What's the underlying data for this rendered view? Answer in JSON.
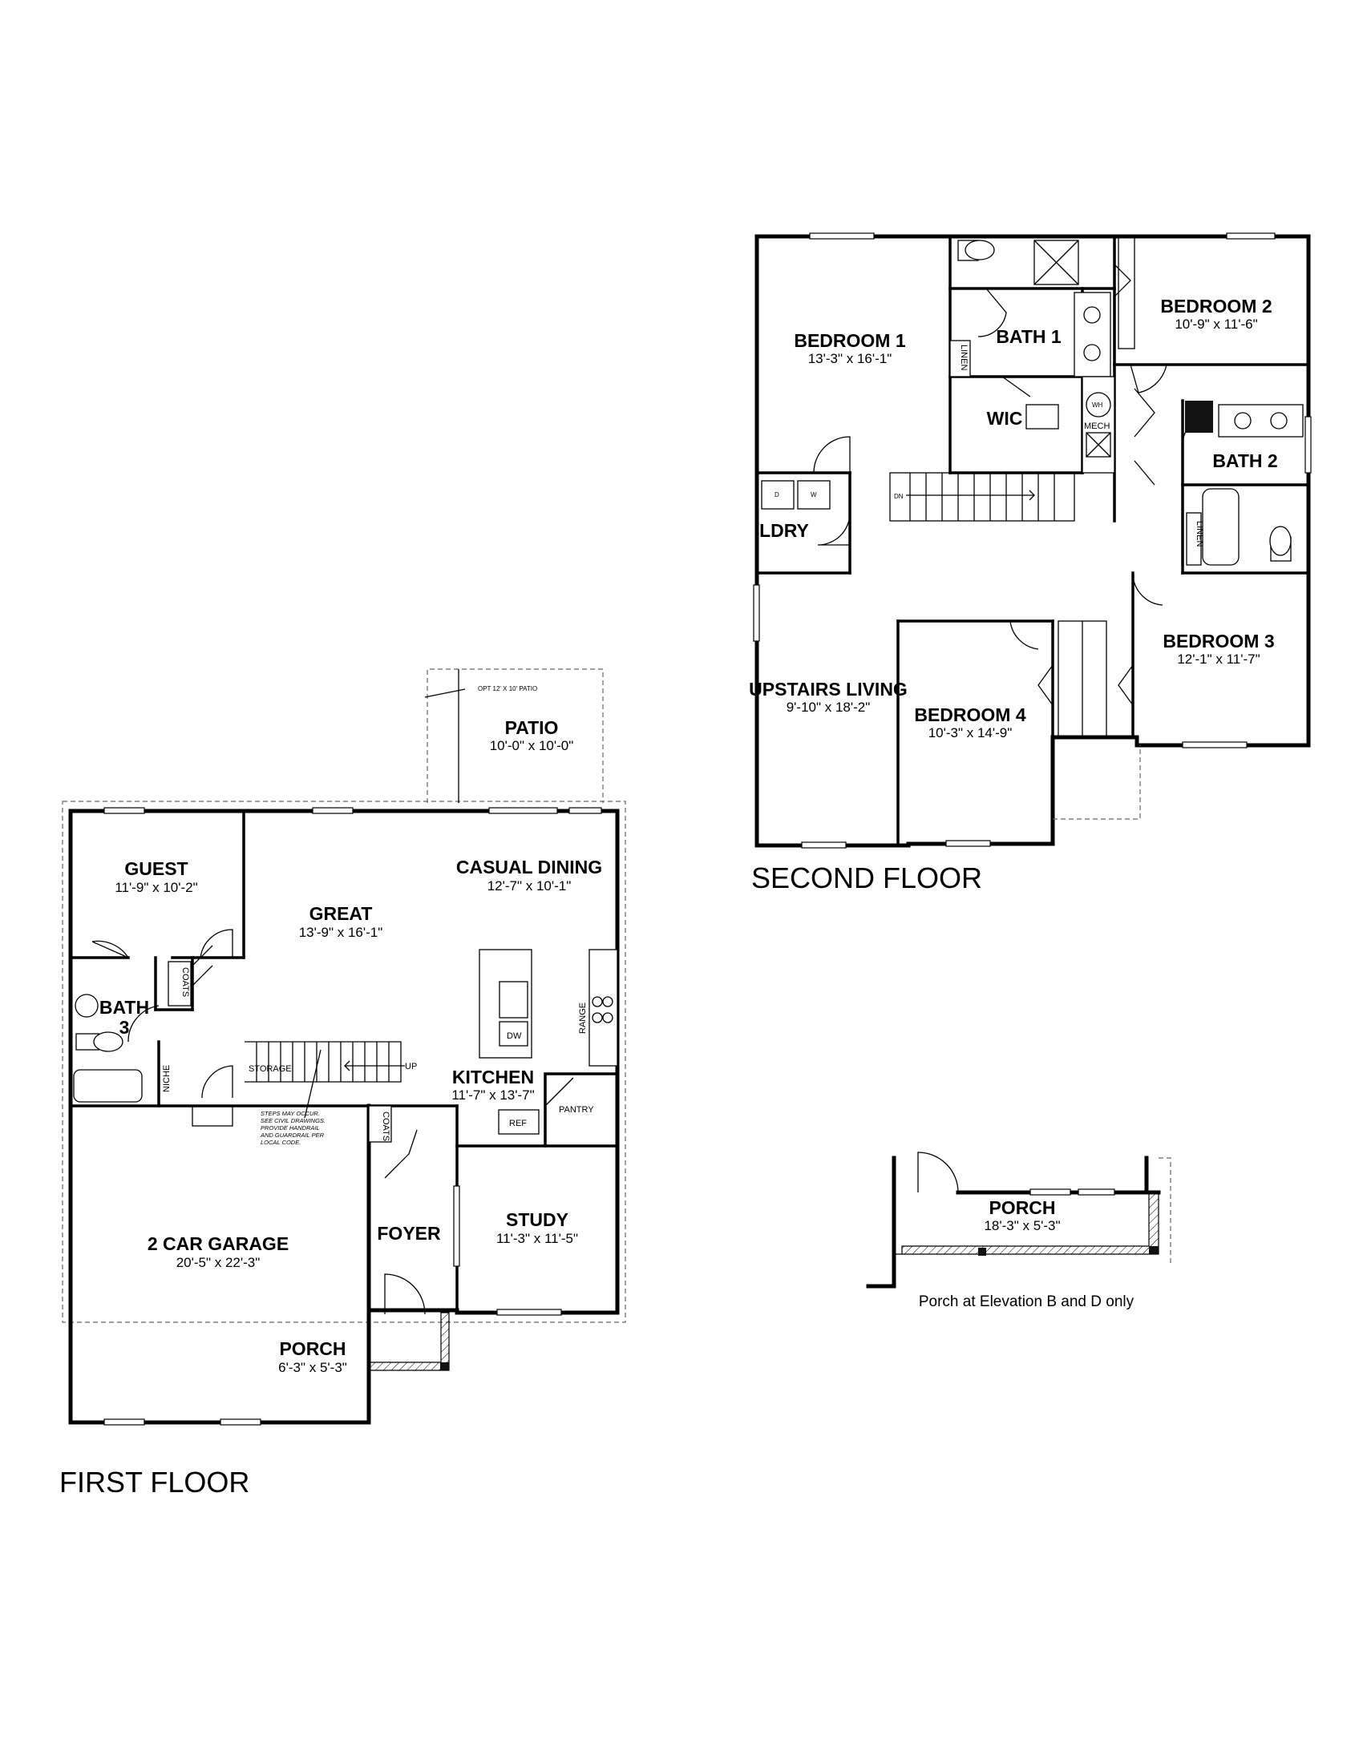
{
  "first_floor": {
    "title": "FIRST FLOOR",
    "rooms": {
      "guest": {
        "name": "GUEST",
        "dims": "11'-9\" x 10'-2\""
      },
      "great": {
        "name": "GREAT",
        "dims": "13'-9\" x 16'-1\""
      },
      "casual_dining": {
        "name": "CASUAL DINING",
        "dims": "12'-7\" x 10'-1\""
      },
      "patio": {
        "name": "PATIO",
        "dims": "10'-0\" x 10'-0\""
      },
      "bath3": {
        "name_line1": "BATH",
        "name_line2": "3"
      },
      "kitchen": {
        "name": "KITCHEN",
        "dims": "11'-7\" x 13'-7\""
      },
      "garage": {
        "name": "2 CAR GARAGE",
        "dims": "20'-5\" x 22'-3\""
      },
      "foyer": {
        "name": "FOYER"
      },
      "study": {
        "name": "STUDY",
        "dims": "11'-3\" x 11'-5\""
      },
      "porch": {
        "name": "PORCH",
        "dims": "6'-3\" x 5'-3\""
      }
    },
    "labels": {
      "coats_1": "COATS",
      "coats_2": "COATS",
      "niche": "NICHE",
      "storage": "STORAGE",
      "up": "UP",
      "range": "RANGE",
      "dw": "DW",
      "ref": "REF",
      "pantry": "PANTRY",
      "opt_patio": "OPT 12' X 10' PATIO",
      "steps_note": [
        "STEPS MAY OCCUR.",
        "SEE CIVIL DRAWINGS.",
        "PROVIDE HANDRAIL",
        "AND GUARDRAIL PER",
        "LOCAL CODE."
      ]
    }
  },
  "second_floor": {
    "title": "SECOND FLOOR",
    "rooms": {
      "bedroom1": {
        "name": "BEDROOM 1",
        "dims": "13'-3\" x 16'-1\""
      },
      "bath1": {
        "name": "BATH 1"
      },
      "bedroom2": {
        "name": "BEDROOM 2",
        "dims": "10'-9\" x 11'-6\""
      },
      "wic": {
        "name": "WIC"
      },
      "bath2": {
        "name": "BATH 2"
      },
      "ldry": {
        "name": "LDRY"
      },
      "upstairs_living": {
        "name": "UPSTAIRS LIVING",
        "dims": "9'-10\" x 18'-2\""
      },
      "bedroom4": {
        "name": "BEDROOM 4",
        "dims": "10'-3\" x 14'-9\""
      },
      "bedroom3": {
        "name": "BEDROOM 3",
        "dims": "12'-1\" x 11'-7\""
      }
    },
    "labels": {
      "linen_1": "LINEN",
      "linen_2": "LINEN",
      "mech": "MECH",
      "wh": "WH",
      "dn": "DN",
      "d": "D",
      "w": "W"
    }
  },
  "porch_option": {
    "name": "PORCH",
    "dims": "18'-3\" x 5'-3\"",
    "caption": "Porch at Elevation B and D only"
  }
}
